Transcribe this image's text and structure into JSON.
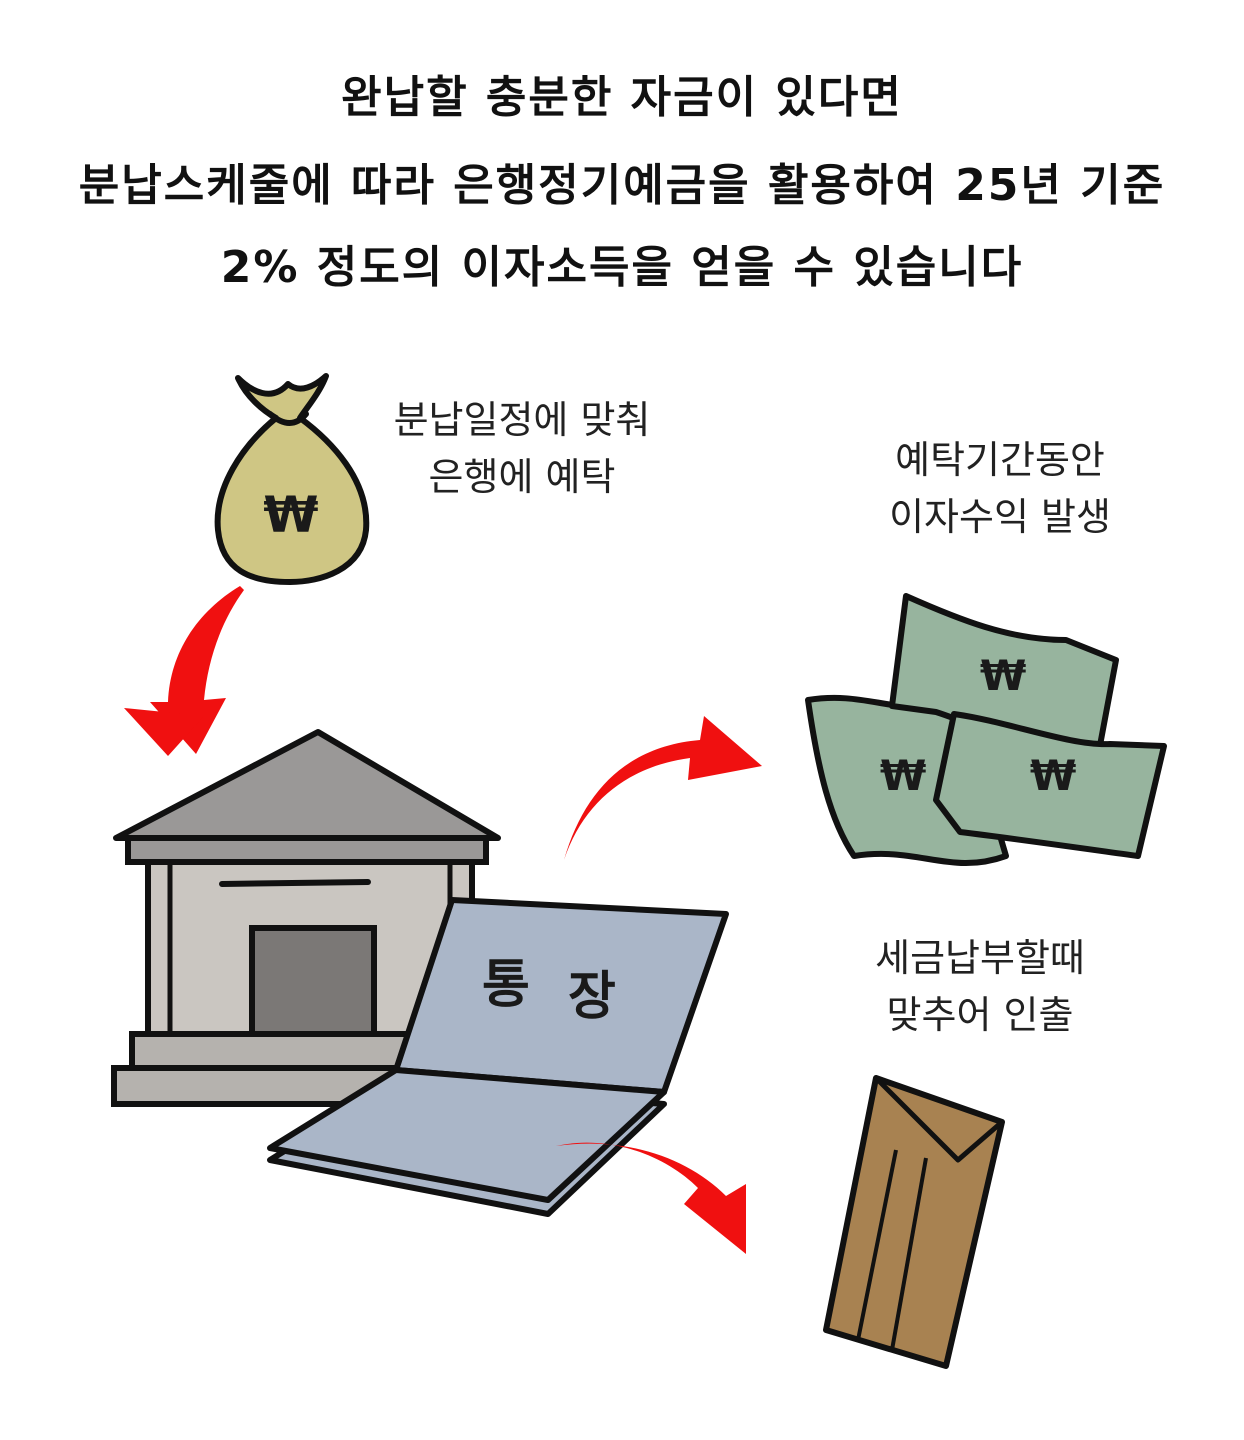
{
  "headline": {
    "line1": "완납할 충분한 자금이 있다면",
    "line2": "분납스케줄에 따라 은행정기예금을 활용하여 25년 기준",
    "line3": "2% 정도의 이자소득을 얻을 수 있습니다"
  },
  "captions": {
    "deposit": {
      "line1": "분납일정에 맞춰",
      "line2": "은행에 예탁"
    },
    "interest": {
      "line1": "예탁기간동안",
      "line2": "이자수익 발생"
    },
    "withdraw": {
      "line1": "세금납부할때",
      "line2": "맞추어 인출"
    }
  },
  "passbook": {
    "char1": "통",
    "char2": "장"
  },
  "currency_symbol": "₩",
  "icons": [
    "money-bag-icon",
    "bank-building-icon",
    "bankbook-icon",
    "banknotes-icon",
    "envelope-icon",
    "arrow-icon"
  ],
  "colors": {
    "arrow": "#f01010",
    "money_bag": "#cfc684",
    "bank_roof": "#9a9897",
    "bank_wall": "#cac6c1",
    "bank_door": "#7b7876",
    "passbook": "#aab6c8",
    "banknote": "#97b49e",
    "envelope": "#a88251"
  }
}
